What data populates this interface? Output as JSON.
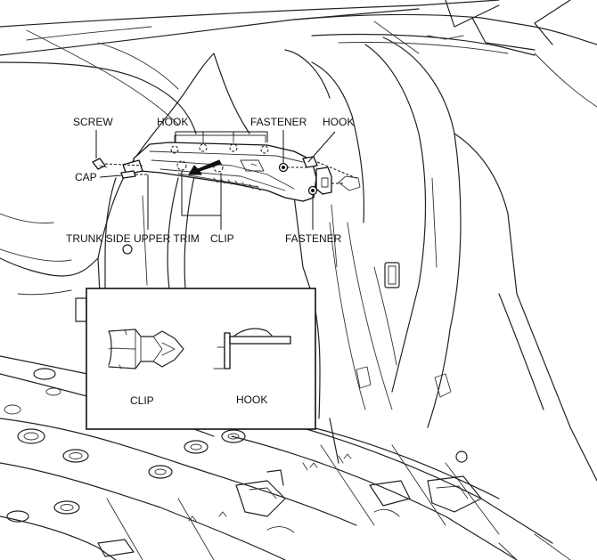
{
  "labels": {
    "screw": "SCREW",
    "hook_top": "HOOK",
    "fastener_top": "FASTENER",
    "hook_right": "HOOK",
    "cap": "CAP",
    "trunk_trim": "TRUNK SIDE UPPER TRIM",
    "clip": "CLIP",
    "fastener_bottom": "FASTENER"
  },
  "inset": {
    "clip_label": "CLIP",
    "hook_label": "HOOK"
  }
}
